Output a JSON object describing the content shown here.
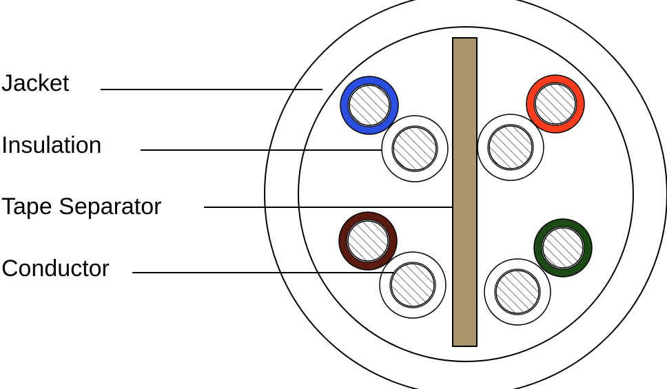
{
  "labels": {
    "jacket": "Jacket",
    "insulation": "Insulation",
    "tape_separator": "Tape Separator",
    "conductor": "Conductor"
  },
  "colors": {
    "outline": "#000000",
    "background": "#ffffff",
    "tape": "#a8956b",
    "blue_insulation": "#2a4fe0",
    "orange_insulation": "#ff3c1e",
    "brown_insulation": "#5a1a10",
    "green_insulation": "#1b4a14",
    "white_insulation": "#ffffff",
    "hatch": "#555555"
  }
}
